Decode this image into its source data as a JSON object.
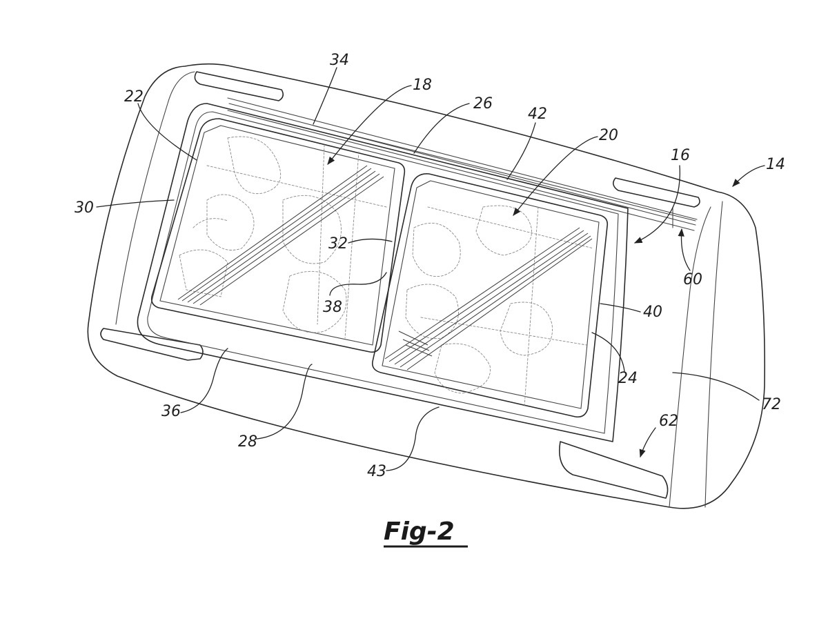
{
  "figure": {
    "caption": "Fig-2"
  },
  "labels": {
    "l14": "14",
    "l16": "16",
    "l18": "18",
    "l20": "20",
    "l22": "22",
    "l24": "24",
    "l26": "26",
    "l28": "28",
    "l30": "30",
    "l32": "32",
    "l34": "34",
    "l36": "36",
    "l38": "38",
    "l40": "40",
    "l42": "42",
    "l43": "43",
    "l60": "60",
    "l62": "62",
    "l72": "72"
  }
}
